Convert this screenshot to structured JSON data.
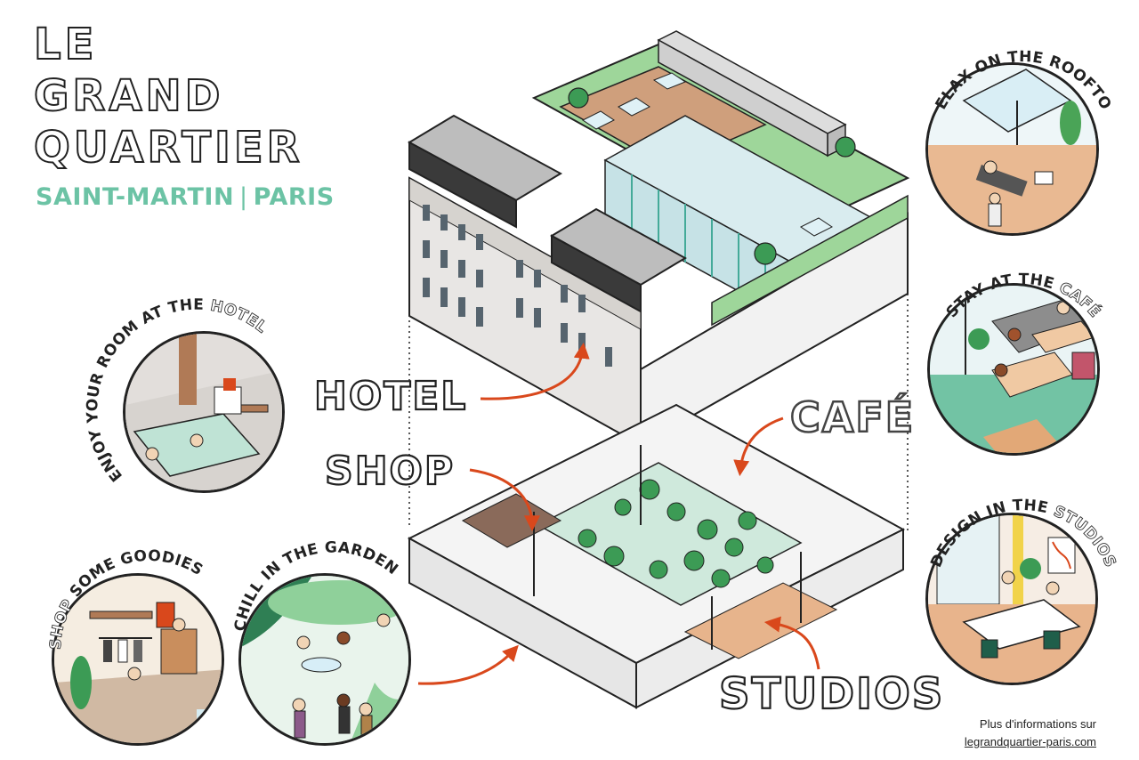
{
  "title": {
    "line1": "LE",
    "line2": "GRAND",
    "line3": "QUARTIER",
    "subtitle_left": "SAINT-MARTIN",
    "subtitle_sep": "|",
    "subtitle_right": "PARIS"
  },
  "labels": {
    "hotel": "HOTEL",
    "shop": "SHOP",
    "cafe": "CAFÉ",
    "studios": "STUDIOS"
  },
  "vignettes": {
    "rooftop": {
      "text": "RELAX ON THE ROOFTOP"
    },
    "hotel_room": {
      "text_prefix": "ENJOY YOUR ROOM AT THE ",
      "text_highlight": "HOTEL"
    },
    "cafe": {
      "text_prefix": "STAY AT THE ",
      "text_highlight": "CAFÉ"
    },
    "studios": {
      "text_prefix": "DESIGN IN THE ",
      "text_highlight": "STUDIOS"
    },
    "shop": {
      "text_highlight": "SHOP",
      "text_suffix": " SOME GOODIES"
    },
    "garden": {
      "text": "CHILL IN THE GARDEN"
    }
  },
  "info": {
    "line1": "Plus d'informations sur",
    "link": "legrandquartier-paris.com"
  },
  "colors": {
    "accent_green": "#6cc3a5",
    "arrow_orange": "#d9481c",
    "outline": "#222222"
  }
}
